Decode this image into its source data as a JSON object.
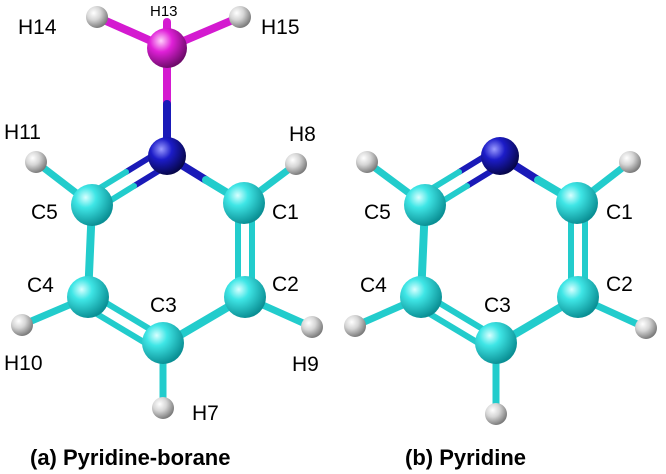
{
  "colors": {
    "carbon": "#19d2d2",
    "nitrogen": "#1a1ab8",
    "boron": "#d41ad0",
    "hydrogen": "#c8c8c8",
    "bond_carbon": "#22cccc"
  },
  "molecule_a": {
    "caption": "(a) Pyridine-borane",
    "labels": {
      "H13": "H13",
      "H14": "H14",
      "H15": "H15",
      "H11": "H11",
      "H8": "H8",
      "C5": "C5",
      "C1": "C1",
      "C4": "C4",
      "C2": "C2",
      "C3": "C3",
      "H10": "H10",
      "H9": "H9",
      "H7": "H7"
    }
  },
  "molecule_b": {
    "caption": "(b) Pyridine",
    "labels": {
      "C5": "C5",
      "C1": "C1",
      "C4": "C4",
      "C2": "C2",
      "C3": "C3"
    }
  }
}
